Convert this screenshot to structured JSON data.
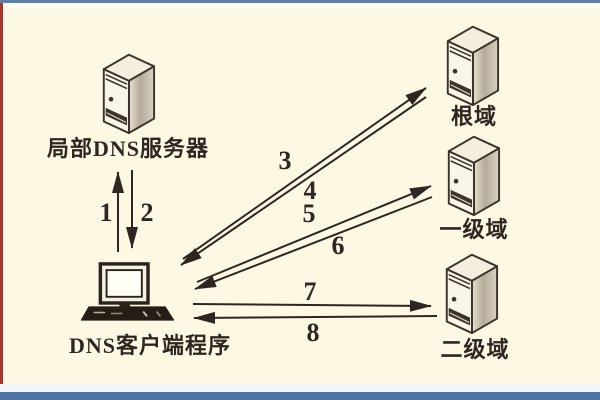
{
  "diagram": {
    "nodes": {
      "local_dns": {
        "label": "局部DNS服务器"
      },
      "client": {
        "label": "DNS客户端程序"
      },
      "root": {
        "label": "根域"
      },
      "first_level": {
        "label": "一级域"
      },
      "second_level": {
        "label": "二级域"
      }
    },
    "edges": [
      {
        "label": "1",
        "from": "client",
        "to": "local_dns"
      },
      {
        "label": "2",
        "from": "local_dns",
        "to": "client"
      },
      {
        "label": "3",
        "from": "client",
        "to": "root"
      },
      {
        "label": "4",
        "from": "root",
        "to": "client"
      },
      {
        "label": "5",
        "from": "client",
        "to": "first_level"
      },
      {
        "label": "6",
        "from": "first_level",
        "to": "client"
      },
      {
        "label": "7",
        "from": "client",
        "to": "second_level"
      },
      {
        "label": "8",
        "from": "second_level",
        "to": "client"
      }
    ],
    "icons": {
      "local_dns": "server-tower-icon",
      "root": "server-tower-icon",
      "first_level": "server-tower-icon",
      "second_level": "server-tower-icon",
      "client": "desktop-computer-icon"
    },
    "colors": {
      "background": "#fcf8e3",
      "ink": "#2e2721",
      "left_border": "#ab352c",
      "top_border": "#5b81a8",
      "bottom_bar": "#4d74a4",
      "bottom_light_strip": "#f0f6fa"
    }
  }
}
